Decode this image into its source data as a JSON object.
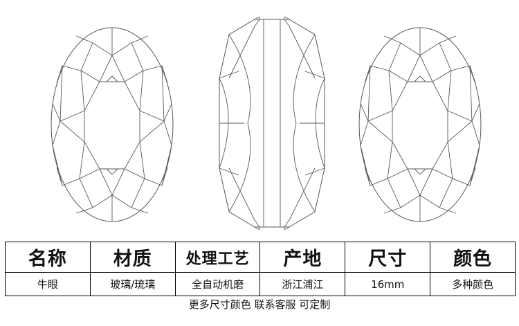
{
  "table": {
    "headers": [
      "名称",
      "材质",
      "处理工艺",
      "产地",
      "尺寸",
      "颜色"
    ],
    "values": [
      "牛眼",
      "玻璃/琉璃",
      "全自动机磨",
      "浙江浦江",
      "16mm",
      "多种颜色"
    ]
  },
  "footer": {
    "note": "更多尺寸颜色  联系客服 可定制"
  },
  "drawings": {
    "front_view": "oval-faceted-front-drawing",
    "side_view": "oval-faceted-side-drawing",
    "back_view": "oval-faceted-back-drawing",
    "line_color": "#555555"
  }
}
